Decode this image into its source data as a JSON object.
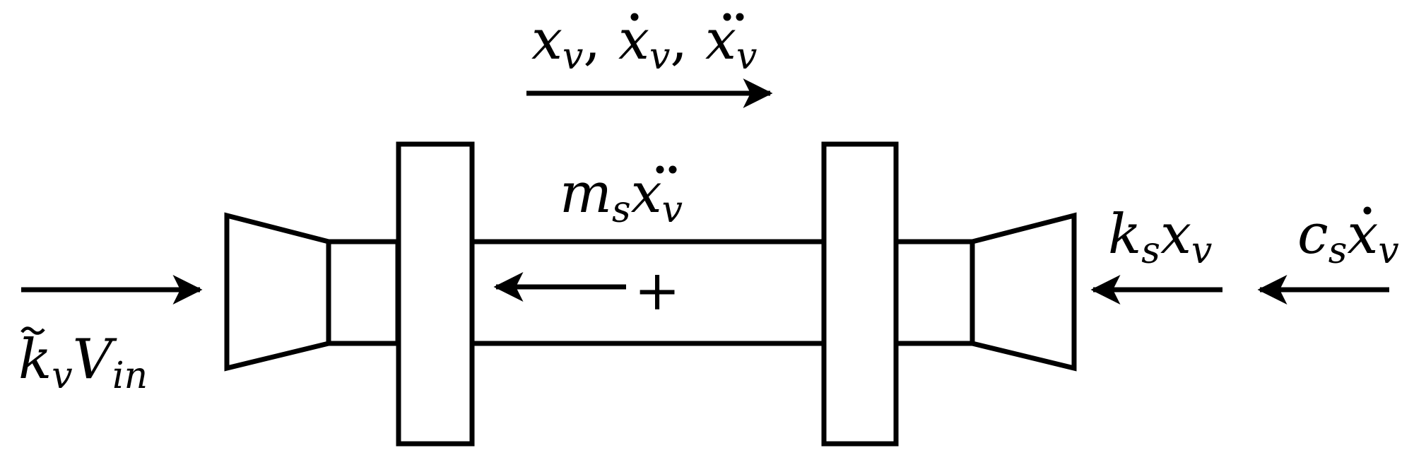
{
  "labels": {
    "motion_var": "x",
    "motion_sub": "v",
    "motion_sep": ", ",
    "inertial_m": "m",
    "inertial_sub": "s",
    "inertial_x": "x",
    "inertial_xsub": "v",
    "plus_sign": "+",
    "drive_k": "k",
    "drive_ksub": "v",
    "drive_V": "V",
    "drive_Vsub": "in",
    "spring_k": "k",
    "spring_ksub": "s",
    "spring_x": "x",
    "spring_xsub": "v",
    "damper_c": "c",
    "damper_csub": "s",
    "damper_x": "x",
    "damper_xsub": "v"
  }
}
